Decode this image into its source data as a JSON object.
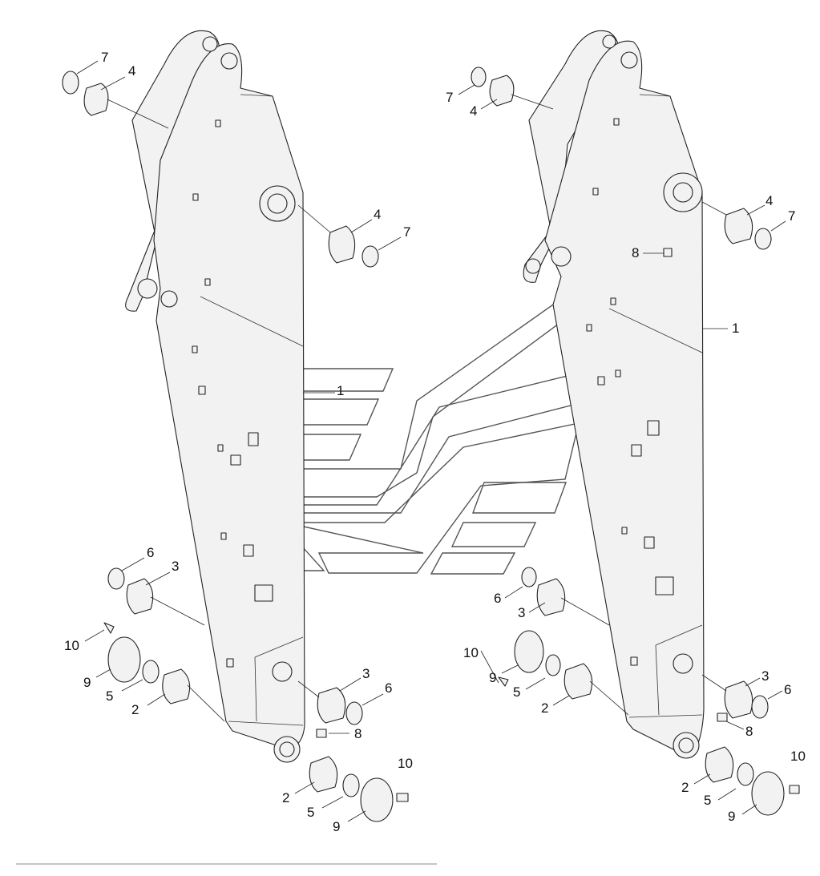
{
  "diagram": {
    "left_view": {
      "callouts": [
        {
          "id": "l-7a",
          "text": "7"
        },
        {
          "id": "l-4a",
          "text": "4"
        },
        {
          "id": "l-4b",
          "text": "4"
        },
        {
          "id": "l-7b",
          "text": "7"
        },
        {
          "id": "l-1",
          "text": "1"
        },
        {
          "id": "l-6a",
          "text": "6"
        },
        {
          "id": "l-3a",
          "text": "3"
        },
        {
          "id": "l-10a",
          "text": "10"
        },
        {
          "id": "l-9a",
          "text": "9"
        },
        {
          "id": "l-5a",
          "text": "5"
        },
        {
          "id": "l-2a",
          "text": "2"
        },
        {
          "id": "l-3b",
          "text": "3"
        },
        {
          "id": "l-6b",
          "text": "6"
        },
        {
          "id": "l-8",
          "text": "8"
        },
        {
          "id": "l-10b",
          "text": "10"
        },
        {
          "id": "l-2b",
          "text": "2"
        },
        {
          "id": "l-5b",
          "text": "5"
        },
        {
          "id": "l-9b",
          "text": "9"
        }
      ]
    },
    "right_view": {
      "callouts": [
        {
          "id": "r-7a",
          "text": "7"
        },
        {
          "id": "r-4a",
          "text": "4"
        },
        {
          "id": "r-4b",
          "text": "4"
        },
        {
          "id": "r-7b",
          "text": "7"
        },
        {
          "id": "r-8a",
          "text": "8"
        },
        {
          "id": "r-1",
          "text": "1"
        },
        {
          "id": "r-6a",
          "text": "6"
        },
        {
          "id": "r-3a",
          "text": "3"
        },
        {
          "id": "r-10a",
          "text": "10"
        },
        {
          "id": "r-9a",
          "text": "9"
        },
        {
          "id": "r-5a",
          "text": "5"
        },
        {
          "id": "r-2a",
          "text": "2"
        },
        {
          "id": "r-3b",
          "text": "3"
        },
        {
          "id": "r-6b",
          "text": "6"
        },
        {
          "id": "r-8b",
          "text": "8"
        },
        {
          "id": "r-10b",
          "text": "10"
        },
        {
          "id": "r-2b",
          "text": "2"
        },
        {
          "id": "r-5b",
          "text": "5"
        },
        {
          "id": "r-9b",
          "text": "9"
        }
      ]
    }
  }
}
